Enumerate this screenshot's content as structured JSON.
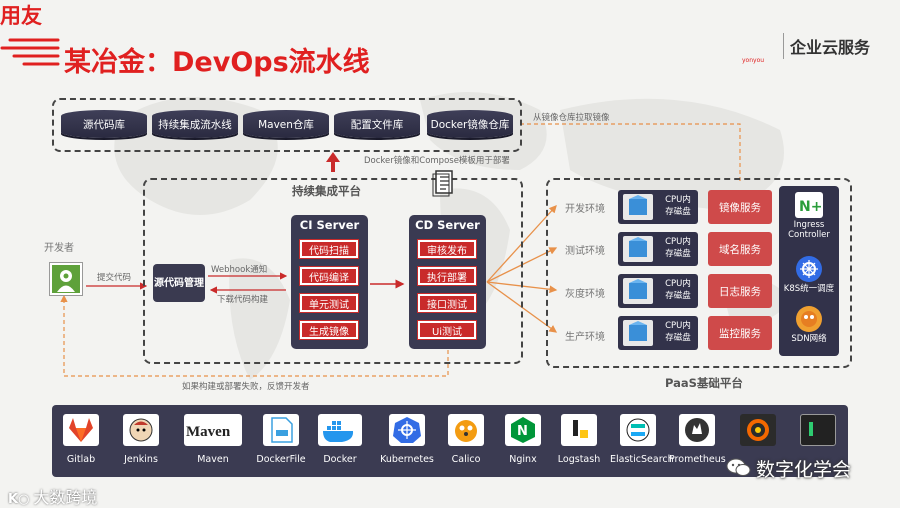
{
  "header": {
    "title": "某冶金：DevOps流水线",
    "brand_logo": "用友",
    "brand_sub": "yonyou",
    "brand_text": "企业云服务"
  },
  "repos": {
    "items": [
      "源代码库",
      "持续集成流水线",
      "Maven仓库",
      "配置文件库",
      "Docker镜像仓库"
    ],
    "pull_note": "从镜像仓库拉取镜像",
    "deploy_note": "Docker镜像和Compose模板用于部署"
  },
  "ci_platform": {
    "title": "持续集成平台",
    "developer": "开发者",
    "submit": "提交代码",
    "webhook": "Webhook通知",
    "download": "下载代码构建",
    "source_mgmt": "源代码管理",
    "feedback": "如果构建或部署失败，反馈开发者",
    "ci_server": {
      "title": "CI Server",
      "stages": [
        "代码扫描",
        "代码编译",
        "单元测试",
        "生成镜像"
      ]
    },
    "cd_server": {
      "title": "CD Server",
      "stages": [
        "审核发布",
        "执行部署",
        "接口测试",
        "Ui测试"
      ]
    }
  },
  "paas": {
    "title": "PaaS基础平台",
    "environments": [
      "开发环境",
      "测试环境",
      "灰度环境",
      "生产环境"
    ],
    "cpu_label": "CPU内存磁盘",
    "cpu_lines": [
      "CPU内",
      "存磁盘"
    ],
    "services": [
      "镜像服务",
      "域名服务",
      "日志服务",
      "监控服务"
    ],
    "stack": [
      {
        "name": "Ingress Controller",
        "lines": [
          "Ingress",
          "Controller"
        ],
        "icon": "nginx-icon"
      },
      {
        "name": "K8S统一调度",
        "lines": [
          "K8S统一调度"
        ],
        "icon": "kubernetes-icon"
      },
      {
        "name": "SDN网络",
        "lines": [
          "SDN网络"
        ],
        "icon": "calico-icon"
      }
    ]
  },
  "tools": [
    {
      "name": "Gitlab",
      "icon": "gitlab-icon"
    },
    {
      "name": "Jenkins",
      "icon": "jenkins-icon"
    },
    {
      "name": "Maven",
      "icon": "maven-icon"
    },
    {
      "name": "DockerFile",
      "icon": "dockerfile-icon"
    },
    {
      "name": "Docker",
      "icon": "docker-icon"
    },
    {
      "name": "Kubernetes",
      "icon": "kubernetes-icon"
    },
    {
      "name": "Calico",
      "icon": "calico-icon"
    },
    {
      "name": "Nginx",
      "icon": "nginx-icon"
    },
    {
      "name": "Logstash",
      "icon": "logstash-icon"
    },
    {
      "name": "ElasticSearch",
      "icon": "elasticsearch-icon"
    },
    {
      "name": "Prometheus",
      "icon": "prometheus-icon"
    },
    {
      "name": "Grafana",
      "icon": "grafana-icon"
    },
    {
      "name": "Terminal",
      "icon": "terminal-icon"
    }
  ],
  "watermark": {
    "wechat": "数字化学会",
    "bottom": "大数跨境"
  },
  "colors": {
    "accent_red": "#e02020",
    "stage_red": "#c92a2a",
    "dark_box": "#3a3a52",
    "line_orange": "#e8914a"
  }
}
